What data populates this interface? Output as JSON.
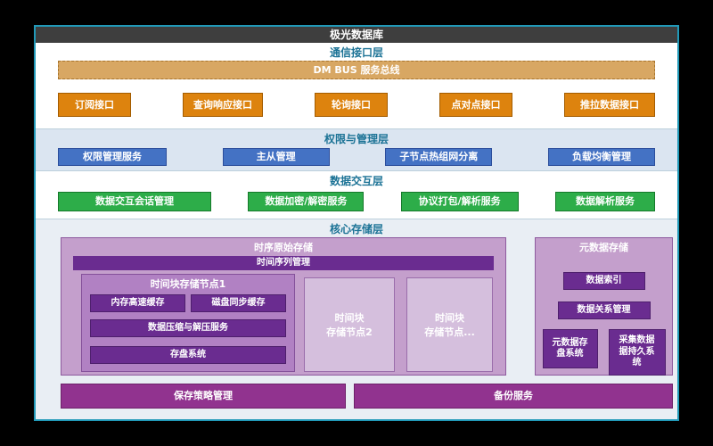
{
  "title": "极光数据库",
  "layers": {
    "comm": {
      "label": "通信接口层",
      "bus": "DM BUS 服务总线",
      "interfaces": [
        "订阅接口",
        "查询响应接口",
        "轮询接口",
        "点对点接口",
        "推拉数据接口"
      ]
    },
    "mgmt": {
      "label": "权限与管理层",
      "services": [
        "权限管理服务",
        "主从管理",
        "子节点热组网分离",
        "负载均衡管理"
      ]
    },
    "interaction": {
      "label": "数据交互层",
      "services": [
        "数据交互会话管理",
        "数据加密/解密服务",
        "协议打包/解析服务",
        "数据解析服务"
      ]
    },
    "storage": {
      "label": "核心存储层",
      "timeseries": {
        "title": "时序原始存储",
        "manager": "时间序列管理",
        "node1": {
          "title": "时间块存储节点1",
          "items": [
            "内存高速缓存",
            "磁盘同步缓存",
            "数据压缩与解压服务",
            "存盘系统"
          ]
        },
        "node2": "时间块\n存储节点2",
        "node_more": "时间块\n存储节点..."
      },
      "metadata": {
        "title": "元数据存储",
        "index": "数据索引",
        "relation": "数据关系管理",
        "disk": "元数据存\n盘系统",
        "persist": "采集数据\n据持久系\n统"
      },
      "policy": "保存策略管理",
      "backup": "备份服务"
    }
  },
  "colors": {
    "frame_border": "#2199b8",
    "orange": "#dd830e",
    "blue": "#4472c4",
    "green": "#2dad49",
    "purple_dark": "#6a2c90",
    "purple_light": "#c49fcc",
    "magenta": "#91338f"
  }
}
